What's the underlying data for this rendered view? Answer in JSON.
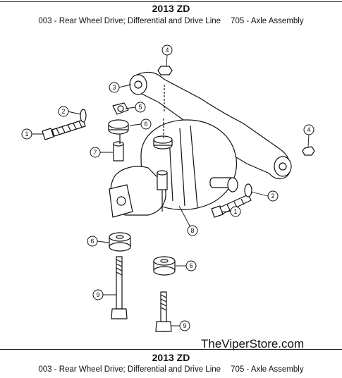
{
  "header": {
    "title": "2013 ZD",
    "section": "003 - Rear Wheel Drive; Differential and Drive Line",
    "group": "705 - Axle Assembly"
  },
  "footer": {
    "title": "2013 ZD",
    "section": "003 - Rear Wheel Drive; Differential and Drive Line",
    "group": "705 - Axle Assembly"
  },
  "watermark": "TheViperStore.com",
  "callouts": [
    "1",
    "2",
    "3",
    "4",
    "5",
    "6",
    "7",
    "8",
    "9"
  ]
}
